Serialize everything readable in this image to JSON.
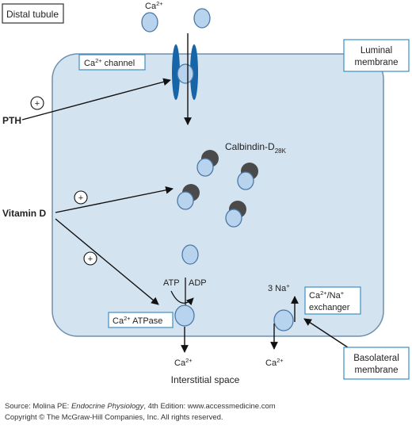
{
  "labels": {
    "distal_tubule": "Distal tubule",
    "ca_top": "Ca",
    "ca_top_sup": "2+",
    "ca_channel": "Ca",
    "ca_channel_sup": "2+",
    "ca_channel_rest": " channel",
    "luminal_1": "Luminal",
    "luminal_2": "membrane",
    "pth": "PTH",
    "plus": "+",
    "calbindin": "Calbindin-D",
    "calbindin_sub": "28K",
    "vitamin_d": "Vitamin D",
    "atp": "ATP",
    "adp": "ADP",
    "ca_atpase": "Ca",
    "ca_atpase_sup": "2+",
    "ca_atpase_rest": " ATPase",
    "three_na": "3 Na",
    "three_na_sup": "+",
    "exchanger_1a": "Ca",
    "exchanger_1a_sup": "2+",
    "exchanger_1b": "/Na",
    "exchanger_1b_sup": "+",
    "exchanger_2": "exchanger",
    "ca_bottom_left": "Ca",
    "ca_bottom_left_sup": "2+",
    "ca_bottom_right": "Ca",
    "ca_bottom_right_sup": "2+",
    "interstitial": "Interstitial space",
    "basolateral_1": "Basolateral",
    "basolateral_2": "membrane"
  },
  "source": {
    "prefix": "Source: Molina PE: ",
    "title": "Endocrine Physiology",
    "suffix": ", 4th Edition: www.accessmedicine.com",
    "copyright": "Copyright © The McGraw-Hill Companies, Inc. All rights reserved."
  },
  "colors": {
    "cell_fill": "#d4e3f0",
    "cell_stroke": "#6f8fab",
    "ion_fill": "#b7d3ee",
    "ion_stroke": "#4d79a6",
    "channel_blue": "#1565a8",
    "calbindin_dark": "#4a4a4a",
    "label_box_stroke": "#3b8fc4"
  }
}
